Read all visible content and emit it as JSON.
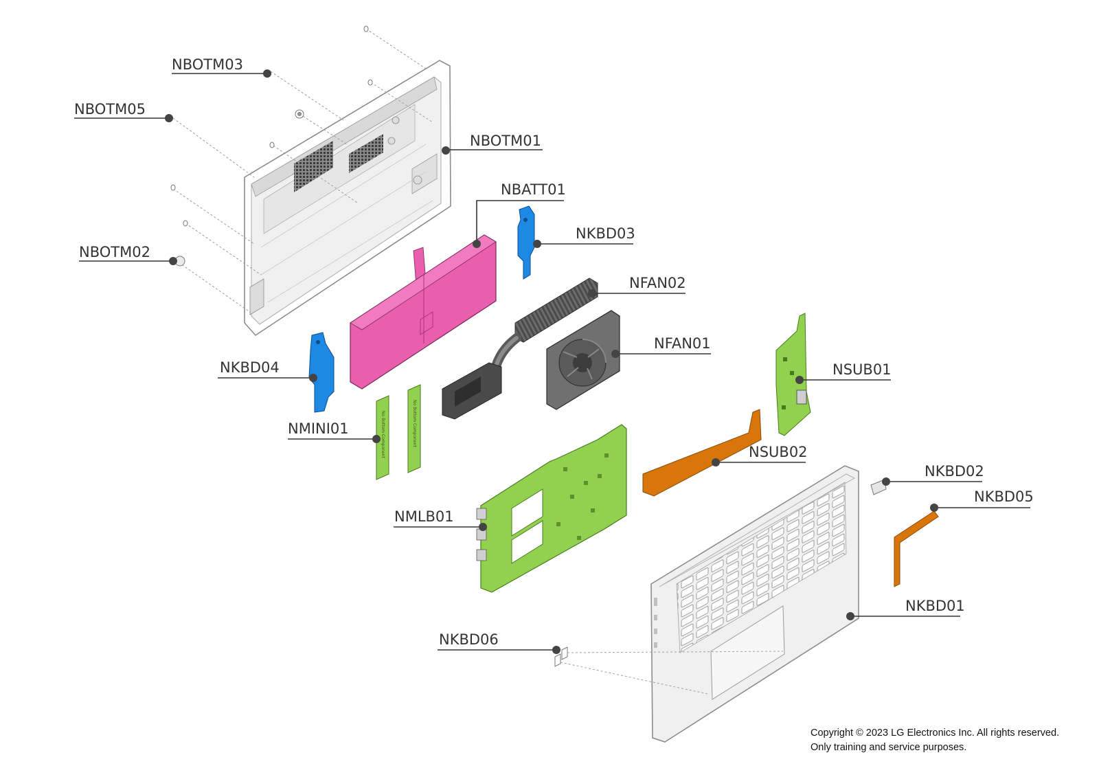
{
  "colors": {
    "battery": "#e95fad",
    "board_green": "#92d050",
    "bracket_blue": "#1e88e5",
    "cable_orange": "#d8760c",
    "fan_dark": "#707070",
    "chassis_light": "#f0f0f0",
    "leader": "#333333"
  },
  "labels": {
    "nbotm03": "NBOTM03",
    "nbotm05": "NBOTM05",
    "nbotm01": "NBOTM01",
    "nbotm02": "NBOTM02",
    "nbatt01": "NBATT01",
    "nkbd03": "NKBD03",
    "nfan02": "NFAN02",
    "nfan01": "NFAN01",
    "nkbd04": "NKBD04",
    "nsub01": "NSUB01",
    "nmini01": "NMINI01",
    "nsub02": "NSUB02",
    "nkbd02": "NKBD02",
    "nkbd05": "NKBD05",
    "nmlb01": "NMLB01",
    "nkbd01": "NKBD01",
    "nkbd06": "NKBD06"
  },
  "ssd_print": "No Bottom Component",
  "copyright": {
    "line1": "Copyright © 2023 LG Electronics Inc. All rights reserved.",
    "line2": "Only training and service purposes."
  }
}
